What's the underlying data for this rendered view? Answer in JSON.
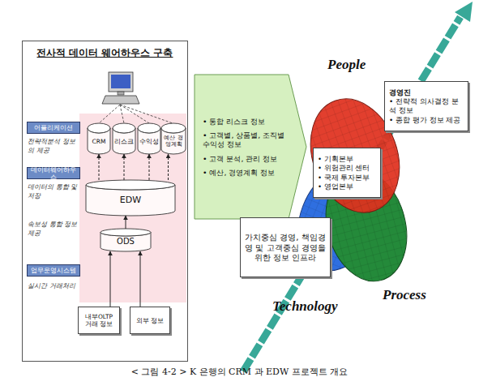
{
  "diagram": {
    "caption": "< 그림 4-2 > K 은행의 CRM 과 EDW 프로젝트 개요",
    "nodes": [
      {
        "text": [
          "전사적 데이터 웨어하우스 구축"
        ]
      },
      {
        "text": [
          "어플리케이션"
        ],
        "in": 0
      },
      {
        "text": [
          "CRM"
        ],
        "in": 0
      },
      {
        "text": [
          "리스크"
        ],
        "in": 0
      },
      {
        "text": [
          "수익성"
        ],
        "in": 0
      },
      {
        "text": [
          "예산 경영계획"
        ],
        "in": 0
      },
      {
        "text": [
          "데이터웨어하우스"
        ],
        "in": 0
      },
      {
        "text": [
          "EDW"
        ],
        "in": 0
      },
      {
        "text": [
          "ODS"
        ],
        "in": 0
      },
      {
        "text": [
          "업무운영시스템"
        ],
        "in": 0
      },
      {
        "text": [
          "내부OLTP 거래 정보"
        ],
        "in": 0
      },
      {
        "text": [
          "외부 정보"
        ],
        "in": 0
      },
      {
        "text": [
          "• 통합 리스크 정보",
          "• 고객별, 상품별, 조직별 수익성 정보",
          "• 고객 분석, 관리 정보",
          "• 예산, 경영계획 정보"
        ]
      },
      {
        "text": [
          "경영진",
          "• 전략적 의사결정 분석 정보",
          "• 종합 평가 정보 제공"
        ]
      },
      {
        "text": [
          "• 기획본부",
          "• 위험관리 센터",
          "• 국제 투자본부",
          "• 영업본부"
        ]
      },
      {
        "text": [
          "가치중심 경영, 책임경영 및 고객중심 경영을 위한 정보 인프라"
        ]
      }
    ],
    "edges": [
      {
        "from": 7,
        "to": 2,
        "arrow": "to"
      },
      {
        "from": 7,
        "to": 3,
        "arrow": "to"
      },
      {
        "from": 7,
        "to": 4,
        "arrow": "to"
      },
      {
        "from": 7,
        "to": 5,
        "arrow": "to"
      },
      {
        "from": 8,
        "to": 7,
        "arrow": "to"
      },
      {
        "from": 10,
        "to": 8,
        "arrow": "to"
      },
      {
        "from": 11,
        "to": 8,
        "arrow": "to"
      }
    ],
    "labels": [
      "전략적분석 정보의 제공",
      "데이터의 통합 및 저장",
      "속보성 통합 정보 제공",
      "실시간 거래처리",
      "People",
      "Technology",
      "Process"
    ]
  }
}
